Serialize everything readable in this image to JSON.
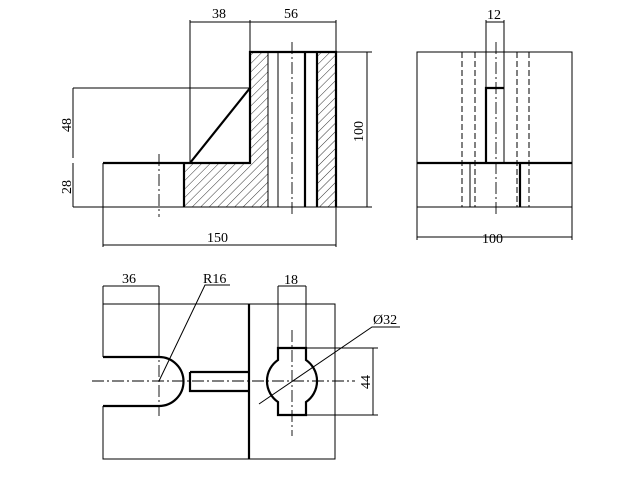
{
  "title": "Three-view engineering drawing",
  "front_view": {
    "dim_top_left": "38",
    "dim_top_right": "56",
    "dim_height_total": "100",
    "dim_upper": "48",
    "dim_lower": "28",
    "dim_width": "150"
  },
  "side_view": {
    "dim_slot": "12",
    "dim_width": "100"
  },
  "top_view": {
    "dim_slot_offset": "36",
    "dim_radius": "R16",
    "dim_key": "18",
    "dim_diameter": "Ø32",
    "dim_key_height": "44"
  },
  "colors": {
    "line": "#000000",
    "background": "#ffffff"
  }
}
